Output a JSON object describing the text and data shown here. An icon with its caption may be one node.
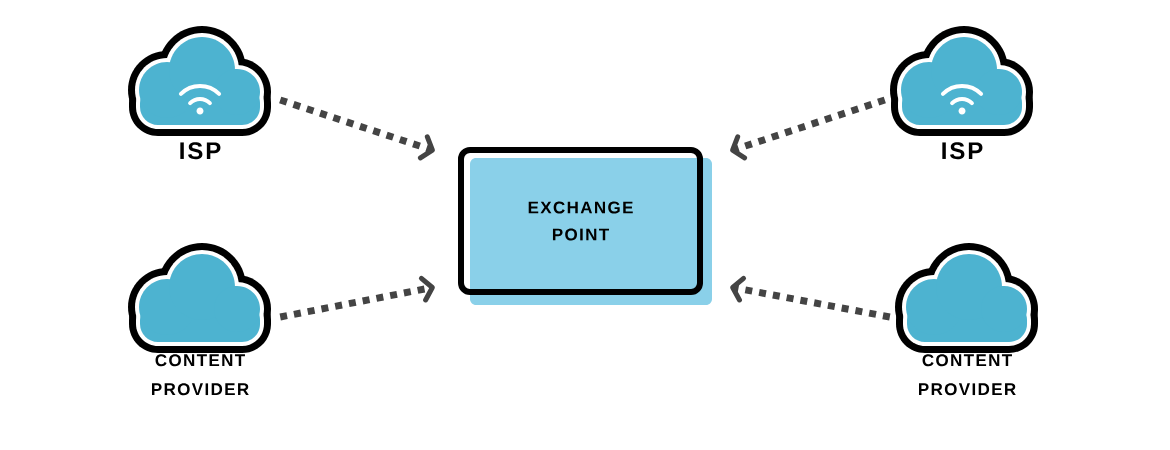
{
  "diagram": {
    "nodes": [
      {
        "text": [
          "ISP"
        ]
      },
      {
        "text": [
          "EXCHANGE POINT"
        ]
      },
      {
        "text": [
          "ISP"
        ]
      },
      {
        "text": [
          "CONTENT PROVIDER"
        ]
      },
      {
        "text": [
          "CONTENT PROVIDER"
        ]
      }
    ],
    "edges": [
      {
        "from": 0,
        "to": 1,
        "arrow": "to",
        "style": "dashed"
      },
      {
        "from": 2,
        "to": 1,
        "arrow": "to",
        "style": "dashed"
      },
      {
        "from": 3,
        "to": 1,
        "arrow": "to",
        "style": "dashed"
      },
      {
        "from": 4,
        "to": 1,
        "arrow": "to",
        "style": "dashed"
      }
    ]
  }
}
